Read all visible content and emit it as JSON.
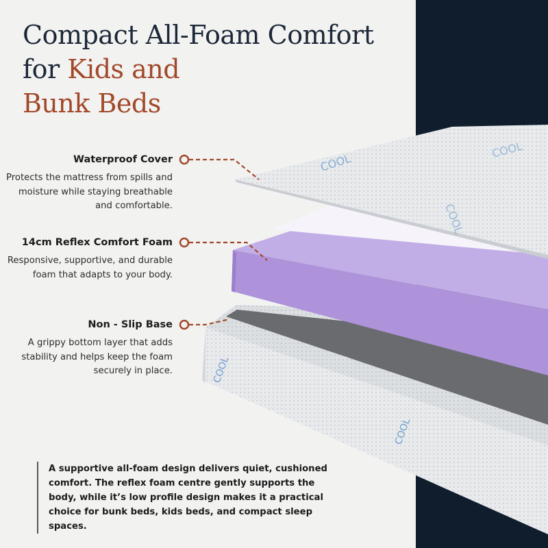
{
  "title": {
    "line1": "Compact All-Foam Comfort",
    "line2_plain": "for ",
    "line2_accent": "Kids and",
    "line3_accent": "Bunk Beds"
  },
  "features": [
    {
      "heading": "Waterproof Cover",
      "text": "Protects the mattress from spills and moisture while staying breathable and comfortable."
    },
    {
      "heading": "14cm Reflex Comfort Foam",
      "text": "Responsive, supportive, and durable foam that adapts to your body."
    },
    {
      "heading": "Non - Slip Base",
      "text": "A grippy bottom layer that adds stability and helps keep the foam securely in place."
    }
  ],
  "summary": "A supportive all-foam design delivers quiet, cushioned comfort. The reflex foam centre gently supports the body, while it’s low profile design makes it a practical choice for bunk beds, kids beds, and compact sleep spaces.",
  "colors": {
    "navy": "#0f1d2d",
    "rust": "#a2482a",
    "purple": "#b49bdd",
    "background": "#f2f2f1"
  }
}
